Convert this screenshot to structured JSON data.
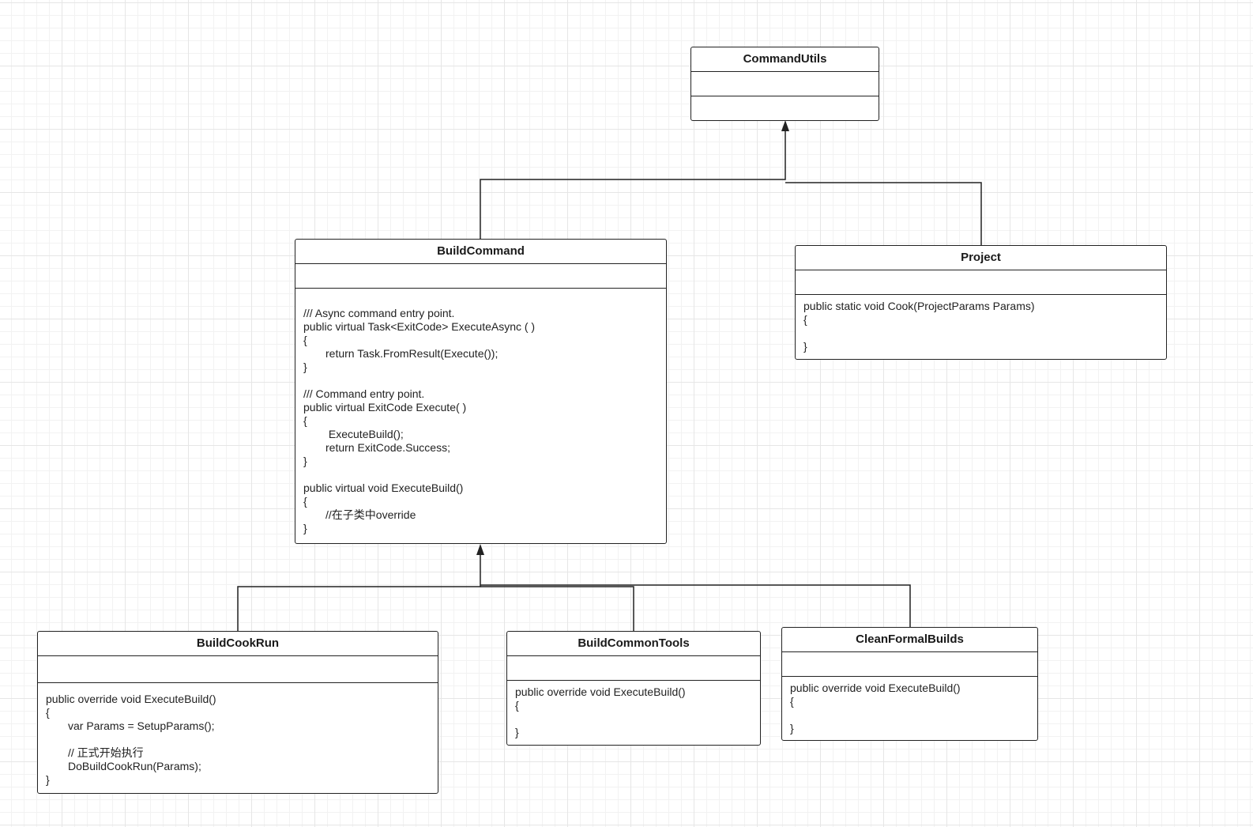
{
  "classes": {
    "command_utils": {
      "name": "CommandUtils",
      "operations": []
    },
    "build_command": {
      "name": "BuildCommand",
      "operations": [
        {
          "text": ""
        },
        {
          "text": "/// Async command entry point."
        },
        {
          "text": "public virtual Task<ExitCode> ExecuteAsync ( )"
        },
        {
          "text": "{"
        },
        {
          "text": "return Task.FromResult(Execute());",
          "indent": true
        },
        {
          "text": "}"
        },
        {
          "text": ""
        },
        {
          "text": "/// Command entry point."
        },
        {
          "text": "public virtual ExitCode Execute( )"
        },
        {
          "text": "{"
        },
        {
          "text": " ExecuteBuild();",
          "indent": true
        },
        {
          "text": "return ExitCode.Success;",
          "indent": true
        },
        {
          "text": "}"
        },
        {
          "text": ""
        },
        {
          "text": "public virtual void ExecuteBuild()"
        },
        {
          "text": "{"
        },
        {
          "text": "//在子类中override",
          "indent": true
        },
        {
          "text": "}"
        }
      ]
    },
    "project": {
      "name": "Project",
      "operations": [
        {
          "text": "public static void Cook(ProjectParams Params)"
        },
        {
          "text": "{"
        },
        {
          "text": ""
        },
        {
          "text": "}"
        }
      ]
    },
    "build_cook_run": {
      "name": "BuildCookRun",
      "operations": [
        {
          "text": "public override void ExecuteBuild()"
        },
        {
          "text": "{"
        },
        {
          "text": "var Params = SetupParams();",
          "indent": true
        },
        {
          "text": ""
        },
        {
          "text": "// 正式开始执行",
          "indent": true
        },
        {
          "text": "DoBuildCookRun(Params);",
          "indent": true
        },
        {
          "text": "}"
        }
      ]
    },
    "build_common_tools": {
      "name": "BuildCommonTools",
      "operations": [
        {
          "text": "public override void ExecuteBuild()"
        },
        {
          "text": "{"
        },
        {
          "text": ""
        },
        {
          "text": "}"
        }
      ]
    },
    "clean_formal_builds": {
      "name": "CleanFormalBuilds",
      "operations": [
        {
          "text": "public override void ExecuteBuild()"
        },
        {
          "text": "{"
        },
        {
          "text": ""
        },
        {
          "text": "}"
        }
      ]
    }
  },
  "colors": {
    "line": "#222222",
    "grid": "#e6e6e6",
    "background": "#ffffff"
  }
}
